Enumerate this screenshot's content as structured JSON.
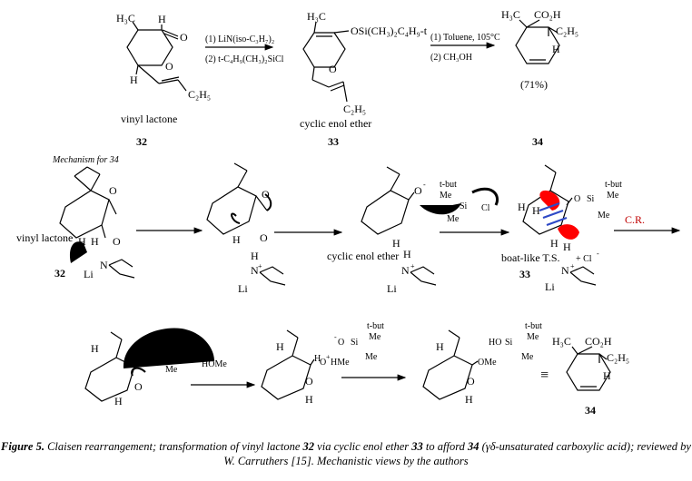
{
  "row1": {
    "c32": {
      "h3c": "H₃C",
      "h": "H",
      "o_carbonyl": "O",
      "o_ring": "O",
      "h_low": "H",
      "c2h5": "C₂H₅",
      "name": "vinyl lactone",
      "num": "32"
    },
    "arrow1": {
      "step1": "(1) LiN(iso-C₃H₇)₂",
      "step2": "(2) t-C₄H₉(CH₃)₂SiCl"
    },
    "c33": {
      "h3c": "H₃C",
      "osi": "OSi(CH₃)₂C₄H₉-t",
      "o_ring": "O",
      "c2h5": "C₂H₅",
      "name": "cyclic enol ether",
      "num": "33"
    },
    "arrow2": {
      "step1": "(1) Toluene, 105°C",
      "step2": "(2) CH₃OH"
    },
    "c34": {
      "h3c": "H₃C",
      "co2h": "CO₂H",
      "c2h5": "C₂H₅",
      "h": "H",
      "yield": "(71%)",
      "num": "34"
    }
  },
  "row2": {
    "title": "Mechanism for 34",
    "s1": {
      "name": "vinyl lactone",
      "num": "32",
      "o1": "O",
      "o2": "O",
      "h1": "H",
      "h2": "H",
      "n": "N",
      "li": "Li"
    },
    "s2": {
      "o1": "O",
      "o2": "O",
      "h1": "H",
      "h2": "H",
      "n": "N",
      "plus": "+",
      "li": "Li"
    },
    "s3": {
      "name": "cyclic enol ether",
      "o_minus": "O",
      "minus": "-",
      "h": "H",
      "hn": "H",
      "n": "N",
      "plus": "+",
      "li": "Li",
      "tbut": "t-but",
      "me1": "Me",
      "me2": "Me",
      "si": "Si",
      "cl": "Cl"
    },
    "s4": {
      "name": "boat-like T.S.",
      "num": "33",
      "h1": "H",
      "h2": "H",
      "h3": "H",
      "o": "O",
      "si": "Si",
      "tbut": "t-but",
      "me1": "Me",
      "me2": "Me",
      "cl": "+ Cl",
      "cl_charge": "-",
      "hn": "H",
      "n": "N",
      "plus": "+",
      "li": "Li"
    },
    "arrow_cr": "C.R."
  },
  "row3": {
    "s1": {
      "h1": "H",
      "h2": "H",
      "o": "O",
      "me": "Me",
      "home": "HOMe"
    },
    "s2": {
      "h1": "H",
      "h2": "H",
      "o": "O",
      "ho_me": "H",
      "o_plus": "O",
      "plus": "+",
      "me": "HMe",
      "o_minus": "O",
      "minus": "-",
      "si": "Si",
      "tbut": "t-but",
      "me1": "Me",
      "me2": "Me"
    },
    "s3": {
      "h1": "H",
      "h2": "H",
      "o": "O",
      "ome": "OMe",
      "ho": "HO",
      "si": "Si",
      "tbut": "t-but",
      "me1": "Me",
      "me2": "Me"
    },
    "eq": "≡",
    "s4": {
      "h3c": "H₃C",
      "co2h": "CO₂H",
      "c2h5": "C₂H₅",
      "h": "H",
      "num": "34"
    }
  },
  "caption": {
    "fig": "Figure 5.",
    "text_a": " Claisen rearrangement; transformation of vinyl lactone ",
    "n32": "32",
    "text_b": " via cyclic enol ether ",
    "n33": "33",
    "text_c": " to afford ",
    "n34": "34",
    "text_d": " (γδ-unsaturated carboxylic acid); reviewed by W. Carruthers [15]. Mechanistic views by the authors"
  }
}
